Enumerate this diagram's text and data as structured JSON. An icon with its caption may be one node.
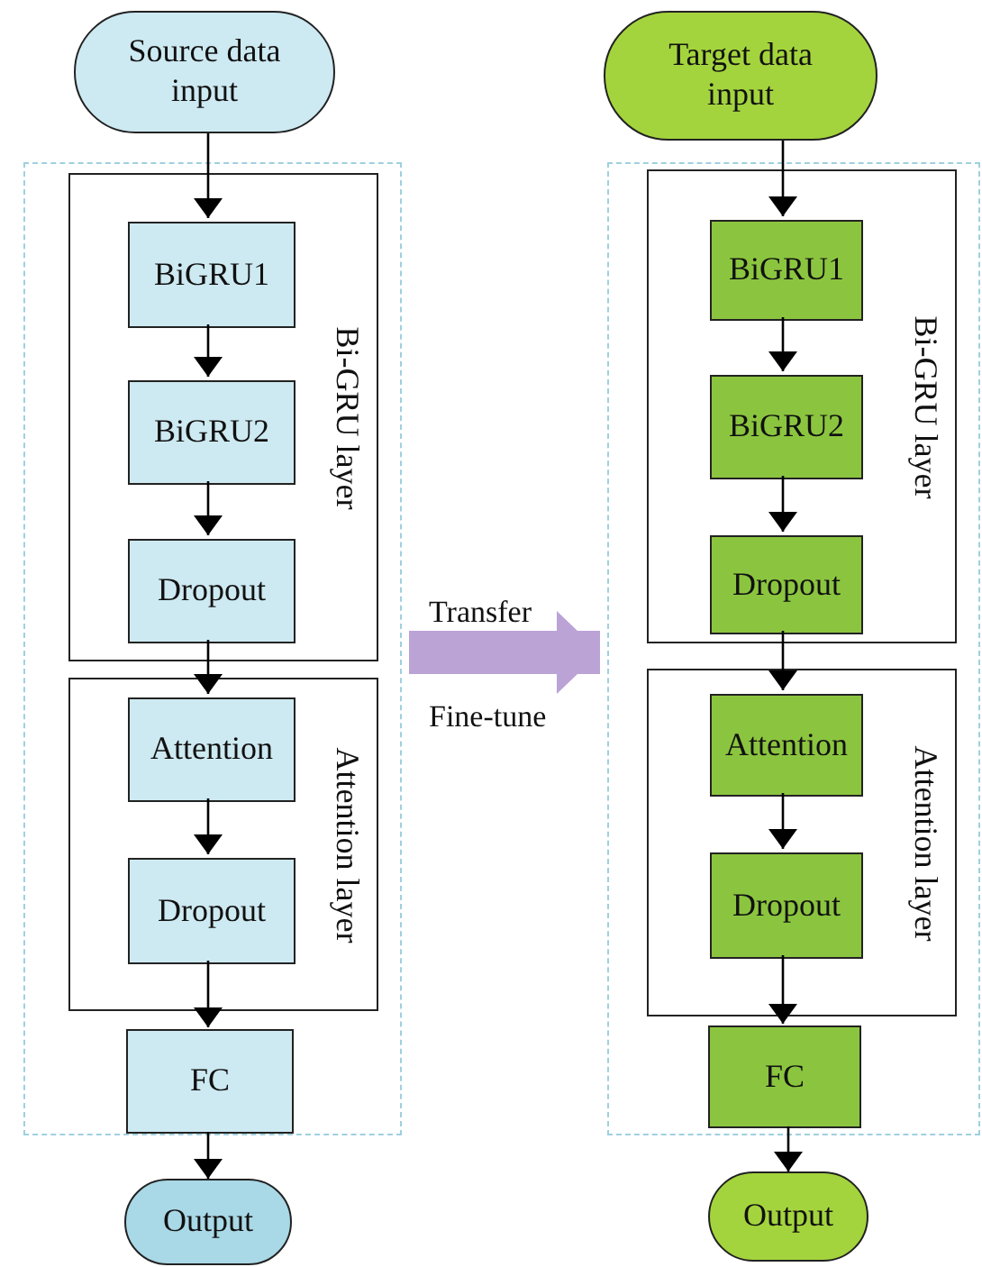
{
  "diagram": {
    "nodes": [
      {
        "text": [
          "Source data input"
        ]
      },
      {
        "text": [],
        "shape": "box"
      },
      {
        "text": [
          "Bi-GRU layer"
        ],
        "in": 1
      },
      {
        "text": [
          "BiGRU1"
        ],
        "in": 2
      },
      {
        "text": [
          "BiGRU2"
        ],
        "in": 2
      },
      {
        "text": [
          "Dropout"
        ],
        "in": 2
      },
      {
        "text": [
          "Attention layer"
        ],
        "in": 1
      },
      {
        "text": [
          "Attention"
        ],
        "in": 6
      },
      {
        "text": [
          "Dropout"
        ],
        "in": 6
      },
      {
        "text": [
          "FC"
        ],
        "in": 1
      },
      {
        "text": [
          "Output"
        ]
      },
      {
        "text": [
          "Target data input"
        ]
      },
      {
        "text": [],
        "shape": "box"
      },
      {
        "text": [
          "Bi-GRU layer"
        ],
        "in": 12
      },
      {
        "text": [
          "BiGRU1"
        ],
        "in": 13
      },
      {
        "text": [
          "BiGRU2"
        ],
        "in": 13
      },
      {
        "text": [
          "Dropout"
        ],
        "in": 13
      },
      {
        "text": [
          "Attention layer"
        ],
        "in": 12
      },
      {
        "text": [
          "Attention"
        ],
        "in": 17
      },
      {
        "text": [
          "Dropout"
        ],
        "in": 17
      },
      {
        "text": [
          "FC"
        ],
        "in": 12
      },
      {
        "text": [
          "Output"
        ]
      }
    ],
    "edges": [
      {
        "from": 0,
        "to": 3,
        "arrow": "to"
      },
      {
        "from": 3,
        "to": 4,
        "arrow": "to"
      },
      {
        "from": 4,
        "to": 5,
        "arrow": "to"
      },
      {
        "from": 5,
        "to": 7,
        "arrow": "to"
      },
      {
        "from": 7,
        "to": 8,
        "arrow": "to"
      },
      {
        "from": 8,
        "to": 9,
        "arrow": "to"
      },
      {
        "from": 9,
        "to": 10,
        "arrow": "to"
      },
      {
        "from": 11,
        "to": 14,
        "arrow": "to"
      },
      {
        "from": 14,
        "to": 15,
        "arrow": "to"
      },
      {
        "from": 15,
        "to": 16,
        "arrow": "to"
      },
      {
        "from": 16,
        "to": 18,
        "arrow": "to"
      },
      {
        "from": 18,
        "to": 19,
        "arrow": "to"
      },
      {
        "from": 19,
        "to": 20,
        "arrow": "to"
      },
      {
        "from": 20,
        "to": 21,
        "arrow": "to"
      },
      {
        "from": 1,
        "to": 12,
        "arrow": "to",
        "style": "thick",
        "color": "#bba3d6"
      }
    ],
    "labels": [
      "Transfer",
      "Fine-tune"
    ]
  }
}
